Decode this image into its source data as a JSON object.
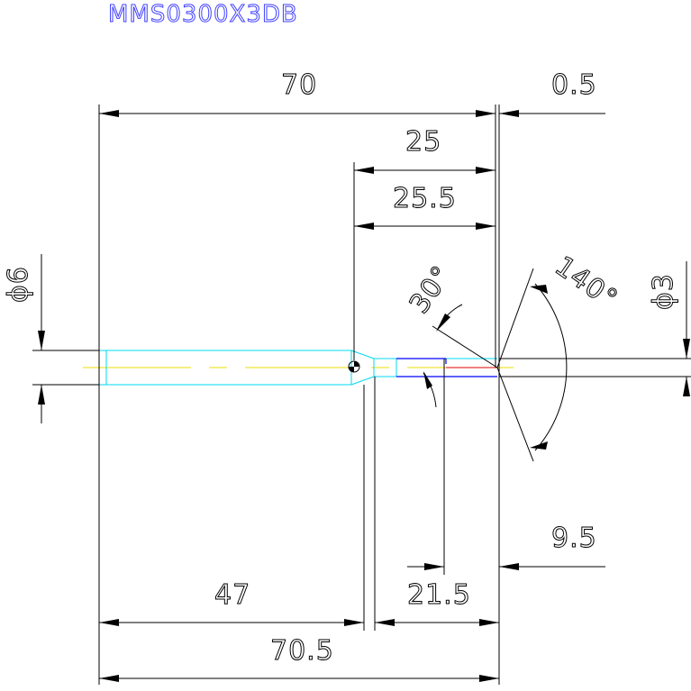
{
  "title": "MMS0300X3DB",
  "dimensions": {
    "overall_length": "70",
    "tip_offset": "0.5",
    "flute_length": "25",
    "flute_length_2": "25.5",
    "shank_diameter": "ϕ6",
    "tip_diameter": "ϕ3",
    "chamfer_angle": "30°",
    "point_angle": "140°",
    "relief_length": "9.5",
    "shank_length": "47",
    "neck_length": "21.5",
    "total_length": "70.5"
  },
  "colors": {
    "title": "#4040ff",
    "outline": "#00d8f0",
    "cutting_edge": "#0000ff",
    "centerline": "#e8e000",
    "tip_line": "#e00000",
    "dimension": "#000000"
  }
}
